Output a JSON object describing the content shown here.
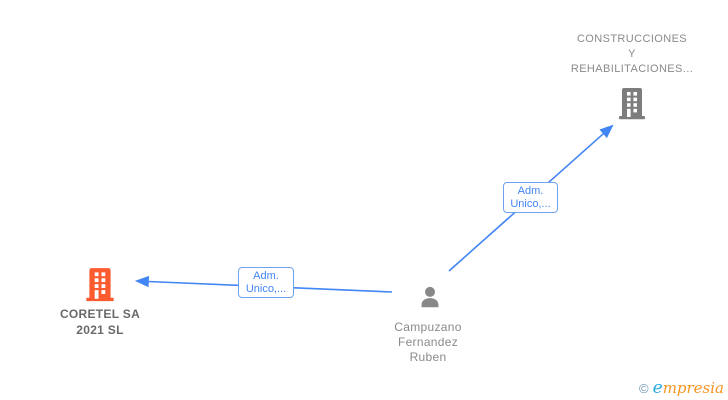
{
  "graph": {
    "nodes": {
      "construcciones": {
        "label_line1": "CONSTRUCCIONES",
        "label_line2": "Y",
        "label_line3": "REHABILITACIONES..."
      },
      "coretel": {
        "label_line1": "CORETEL SA",
        "label_line2": "2021 SL"
      },
      "person": {
        "label_line1": "Campuzano",
        "label_line2": "Fernandez",
        "label_line3": "Ruben"
      }
    },
    "edges": {
      "person_to_construcciones": {
        "label_line1": "Adm.",
        "label_line2": "Unico,..."
      },
      "person_to_coretel": {
        "label_line1": "Adm.",
        "label_line2": "Unico,..."
      }
    }
  },
  "watermark": {
    "copyright_symbol": "©",
    "brand_initial": "e",
    "brand_rest": "mpresia"
  },
  "colors": {
    "edge_blue": "#4285f4",
    "edge_label_border": "#6fa3f0",
    "node_gray": "#7d7d7d",
    "text_gray": "#8a8a8a",
    "highlight_orange": "#fb5b2e",
    "watermark_blue": "#29abe2",
    "watermark_orange": "#f7941e"
  }
}
